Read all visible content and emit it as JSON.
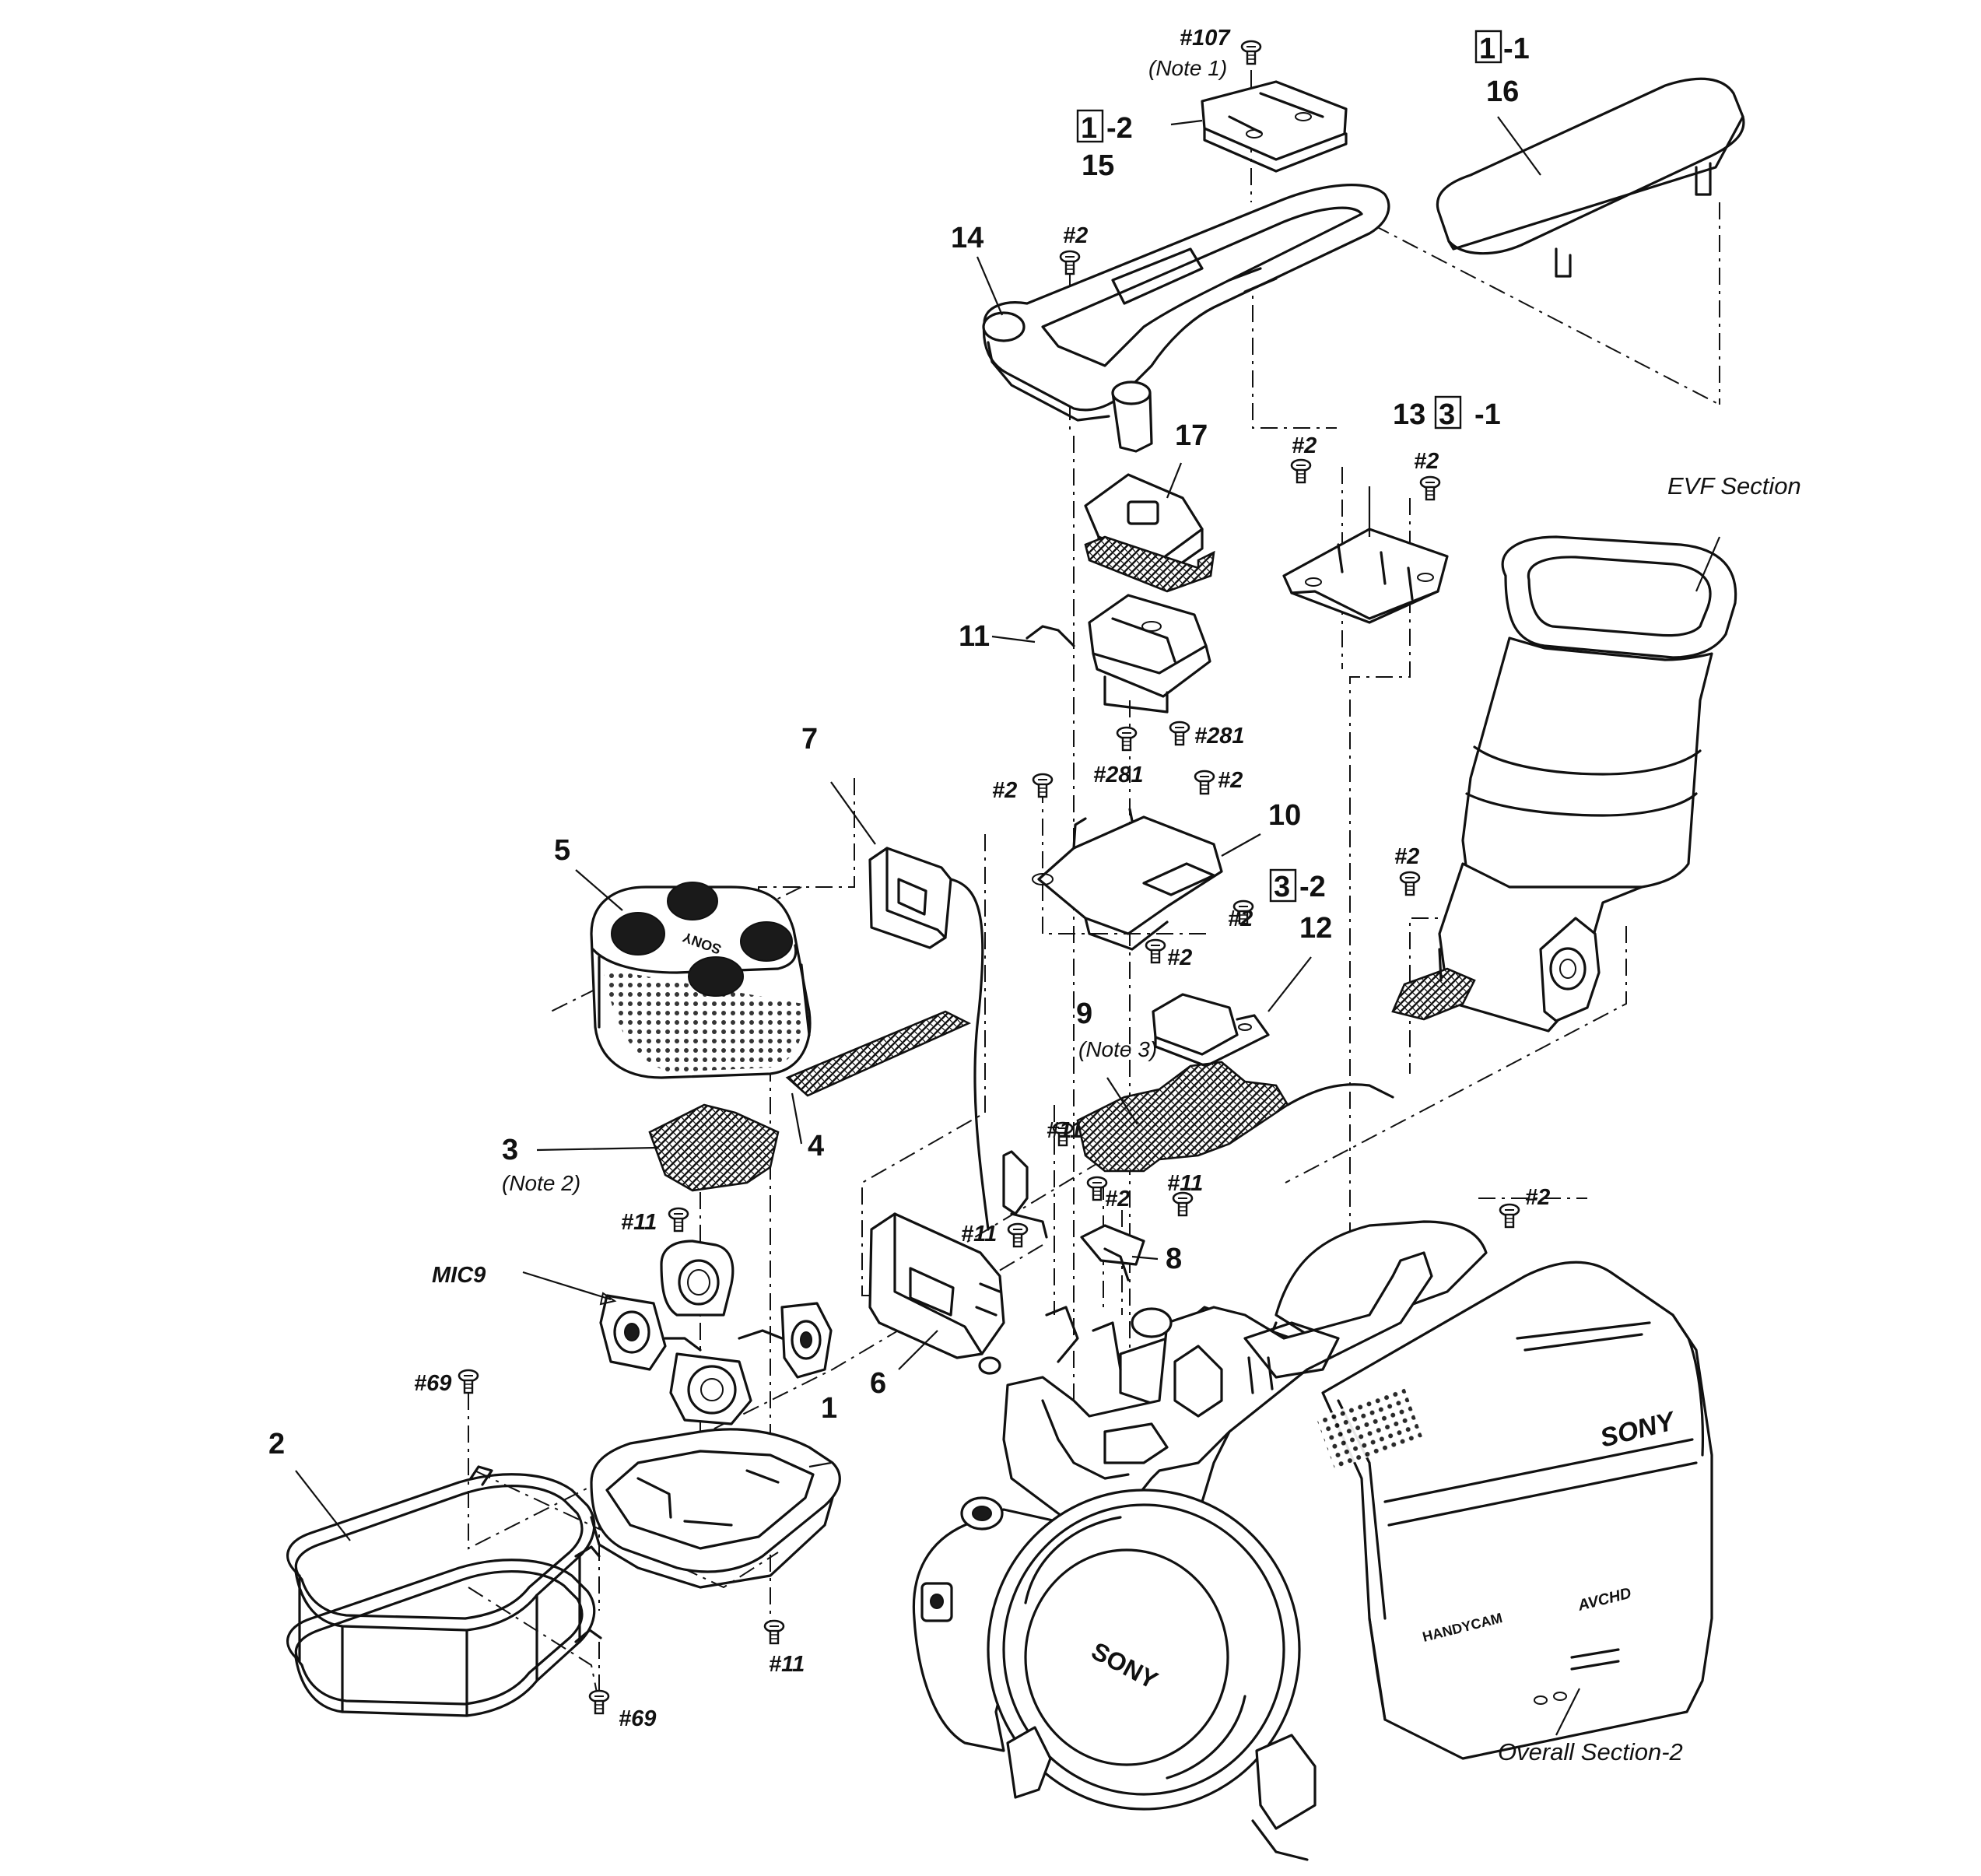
{
  "labels": {
    "screw_107": "#107",
    "note1": "(Note 1)",
    "ref_1_1_box": "1",
    "ref_1_1_suffix": "-1",
    "part_16": "16",
    "ref_1_2_box": "1",
    "ref_1_2_suffix": "-2",
    "part_15": "15",
    "part_14": "14",
    "screw_2_top": "#2",
    "part_13": "13",
    "ref_3_1_box": "3",
    "ref_3_1_suffix": "-1",
    "part_17": "17",
    "screw_2_b13_left": "#2",
    "screw_2_b13_right": "#2",
    "evf_section": "EVF Section",
    "part_11": "11",
    "screw_281_right": "#281",
    "screw_281_left": "#281",
    "part_7": "7",
    "screw_2_b10_left": "#2",
    "screw_2_b10_right": "#2",
    "part_10": "10",
    "part_5": "5",
    "ref_3_2_box": "3",
    "ref_3_2_suffix": "-2",
    "screw_2_evf": "#2",
    "screw_2_b12": "#2",
    "part_12": "12",
    "screw_2_b10_lower": "#2",
    "part_9": "9",
    "note3": "(Note 3)",
    "part_3": "3",
    "note2": "(Note 2)",
    "part_4": "4",
    "screw_11_pcb": "#11",
    "screw_2_right": "#2",
    "screw_11_mic": "#11",
    "screw_2_mid": "#2",
    "screw_11_mid": "#11",
    "screw_11_left": "#11",
    "part_8": "8",
    "mic9": "MIC9",
    "part_6": "6",
    "screw_69_top": "#69",
    "part_2": "2",
    "part_1": "1",
    "screw_11_bottom": "#11",
    "screw_69_bottom": "#69",
    "overall_section": "Overall Section-2"
  },
  "branding": {
    "sony": "SONY",
    "handycam": "HANDYCAM",
    "avchd": "AVCHD"
  }
}
